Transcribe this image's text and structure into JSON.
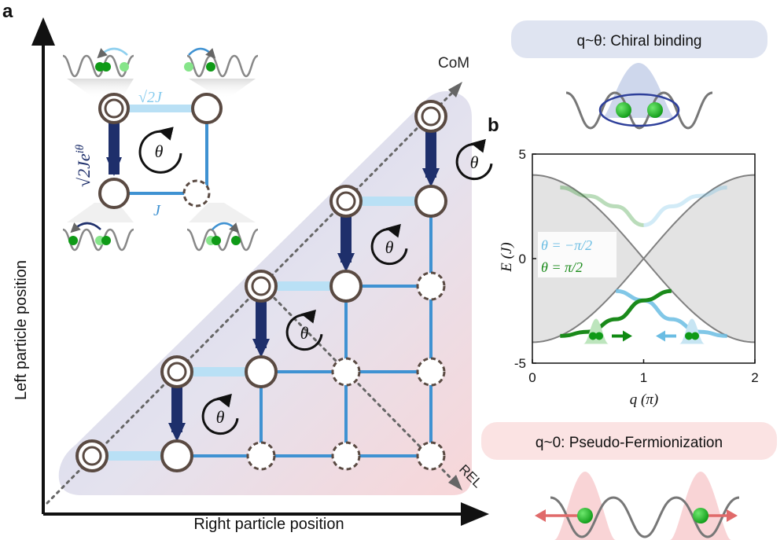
{
  "panel_a": {
    "label": "a",
    "y_axis_label": "Left particle position",
    "x_axis_label": "Right particle position",
    "com_label": "CoM",
    "rel_label": "REL",
    "sqrt2J_label": "√2J",
    "J_label": "J",
    "phase_hop_label": "√2Je",
    "phase_exp": "iθ",
    "theta": "θ"
  },
  "panel_b": {
    "label": "b",
    "chiral_title": "q~θ: Chiral binding",
    "pseudo_title": "q~0: Pseudo-Fermionization",
    "colors": {
      "neg_theta": "#6bbde3",
      "pos_theta": "#1a8a1a",
      "band": "#808080",
      "chiral_bg": "#dfe4f1",
      "pseudo_bg": "#fbe3e3"
    }
  },
  "chart_data": {
    "type": "line",
    "xlabel": "q (π)",
    "ylabel": "E (J)",
    "xlim": [
      0,
      2
    ],
    "ylim": [
      -5,
      5
    ],
    "xticks": [
      "0",
      "1",
      "2"
    ],
    "yticks": [
      "5",
      "0",
      "-5"
    ],
    "legend": [
      "θ = −π/2",
      "θ = π/2"
    ],
    "legend_position": "left",
    "band_edges": {
      "x": [
        0,
        0.25,
        0.5,
        0.75,
        1.0,
        1.25,
        1.5,
        1.75,
        2.0
      ],
      "upper_1": [
        4.0,
        3.7,
        2.83,
        1.53,
        0.0,
        -1.53,
        -2.83,
        -3.7,
        -4.0
      ],
      "upper_2": [
        -4.0,
        -3.7,
        -2.83,
        -1.53,
        0.0,
        1.53,
        2.83,
        3.7,
        4.0
      ]
    },
    "series": [
      {
        "name": "θ = −π/2",
        "bound_x": [
          0.75,
          1.0,
          1.25,
          1.5,
          1.75
        ],
        "bound_y": [
          -1.55,
          -2.0,
          -2.9,
          -3.5,
          -3.7
        ],
        "faint_x": [
          1.0,
          1.25,
          1.5,
          1.75
        ],
        "faint_y": [
          1.6,
          2.5,
          3.0,
          3.4
        ]
      },
      {
        "name": "θ = π/2",
        "bound_x": [
          0.25,
          0.5,
          0.75,
          1.0,
          1.25
        ],
        "bound_y": [
          -3.7,
          -3.5,
          -2.9,
          -2.0,
          -1.55
        ],
        "faint_x": [
          0.25,
          0.5,
          0.75,
          1.0
        ],
        "faint_y": [
          3.4,
          3.0,
          2.5,
          1.6
        ]
      }
    ]
  }
}
